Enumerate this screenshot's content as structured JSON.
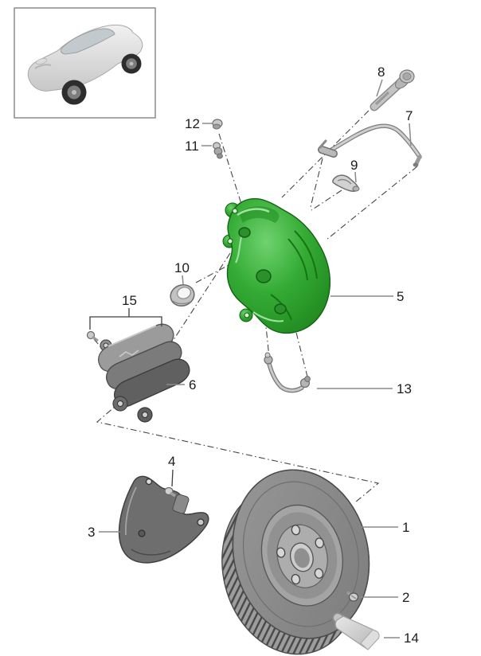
{
  "diagram_title": "",
  "thumbnail": {
    "description": "Porsche Macan SUV three-quarter view"
  },
  "callouts": {
    "c1": {
      "number": "1"
    },
    "c2": {
      "number": "2"
    },
    "c3": {
      "number": "3"
    },
    "c4": {
      "number": "4"
    },
    "c5": {
      "number": "5"
    },
    "c6": {
      "number": "6"
    },
    "c7": {
      "number": "7"
    },
    "c8": {
      "number": "8"
    },
    "c9": {
      "number": "9"
    },
    "c10": {
      "number": "10"
    },
    "c11": {
      "number": "11"
    },
    "c12": {
      "number": "12"
    },
    "c13": {
      "number": "13"
    },
    "c14": {
      "number": "14"
    },
    "c15": {
      "number": "15"
    }
  },
  "highlight": {
    "selected_callout": "5",
    "color": "#2ea52e"
  },
  "colors": {
    "background": "#ffffff",
    "part_gray": "#8e8e8e",
    "leader_line": "#8a8a8a",
    "dash_line": "#454545",
    "callout_text": "#1c1c1c",
    "caliper_green": "#2ea52e"
  }
}
